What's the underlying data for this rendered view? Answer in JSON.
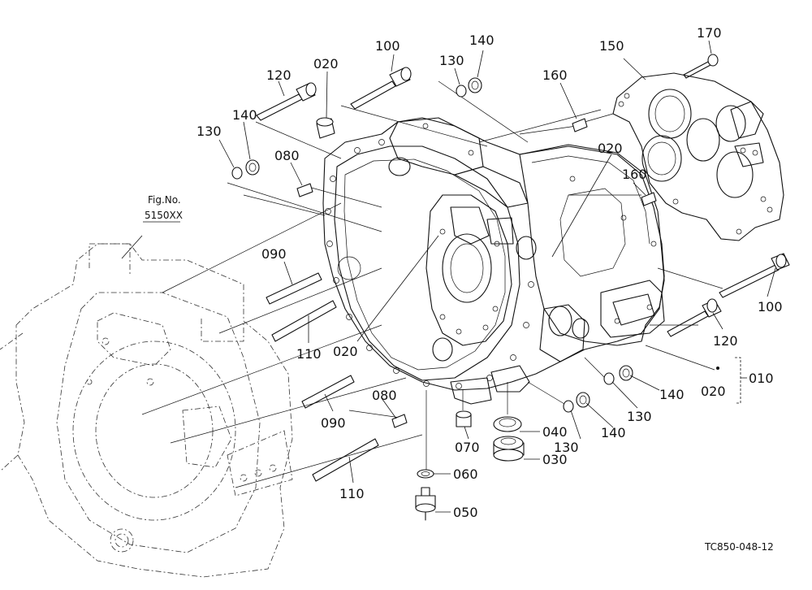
{
  "diagram": {
    "fig_ref_line1": "Fig.No.",
    "fig_ref_line2": "5150XX",
    "drawing_code": "TC850-048-12",
    "bracket_label": "010",
    "parts": [
      {
        "label": "100"
      },
      {
        "label": "140"
      },
      {
        "label": "130"
      },
      {
        "label": "020"
      },
      {
        "label": "120"
      },
      {
        "label": "150"
      },
      {
        "label": "170"
      },
      {
        "label": "160"
      },
      {
        "label": "140"
      },
      {
        "label": "130"
      },
      {
        "label": "080"
      },
      {
        "label": "020"
      },
      {
        "label": "160"
      },
      {
        "label": "090"
      },
      {
        "label": "100"
      },
      {
        "label": "110"
      },
      {
        "label": "020"
      },
      {
        "label": "120"
      },
      {
        "label": "020"
      },
      {
        "label": "140"
      },
      {
        "label": "080"
      },
      {
        "label": "130"
      },
      {
        "label": "090"
      },
      {
        "label": "140"
      },
      {
        "label": "070"
      },
      {
        "label": "040"
      },
      {
        "label": "130"
      },
      {
        "label": "030"
      },
      {
        "label": "060"
      },
      {
        "label": "110"
      },
      {
        "label": "050"
      }
    ]
  }
}
